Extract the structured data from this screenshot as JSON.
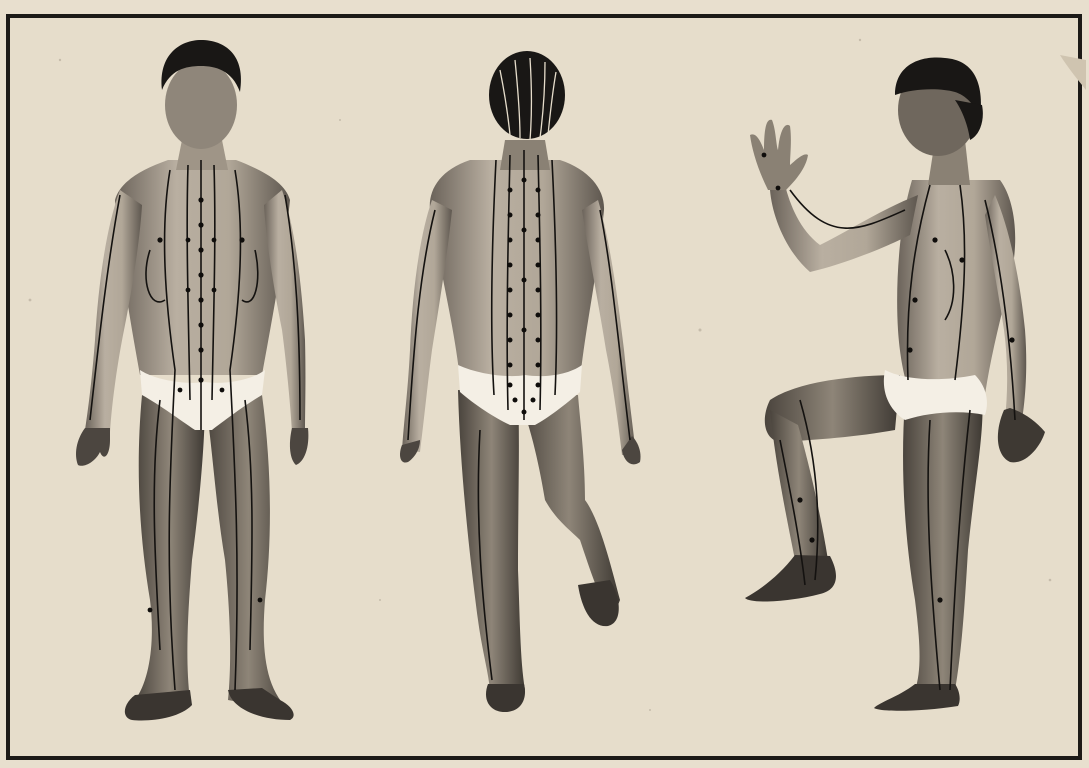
{
  "figure": {
    "panels": [
      {
        "view": "front"
      },
      {
        "view": "back"
      },
      {
        "view": "side"
      }
    ],
    "colors": {
      "paper": "#e6ddcb",
      "border": "#1c1a17",
      "skin": "#b4aa9c",
      "skin_shadow": "#5b544c",
      "hair": "#191715",
      "garment": "#f4efe5",
      "meridian_line": "#141210",
      "acupoint": "#0f0d0b"
    }
  }
}
